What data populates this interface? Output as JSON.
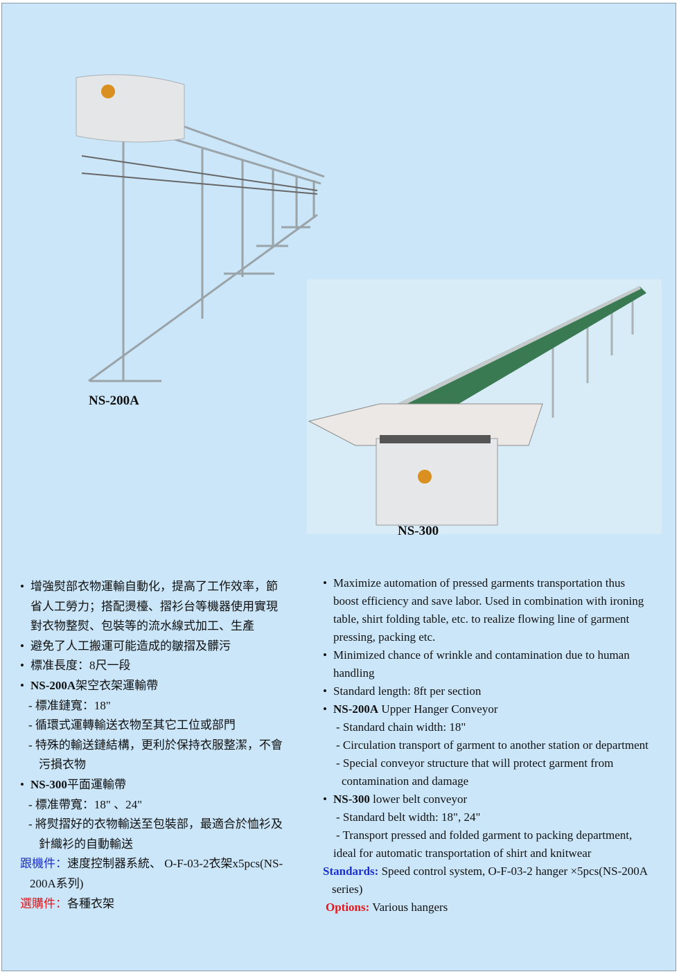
{
  "products": {
    "ns200a_caption": "NS-200A",
    "ns300_caption": "NS-300"
  },
  "zh": {
    "b1_l1": "增強熨部衣物運輸自動化，提高了工作效率，節",
    "b1_l2": "省人工勞力；搭配燙檯、摺衫台等機器使用實現",
    "b1_l3": "對衣物整熨、包裝等的流水線式加工、生產",
    "b2": "避免了人工搬運可能造成的皺摺及髒污",
    "b3": "標准長度：8尺一段",
    "b4_bold": "NS-200A",
    "b4_rest": "架空衣架運輸帶",
    "b4_s1": "- 標准鏈寬：18\"",
    "b4_s2": "- 循環式運轉輸送衣物至其它工位或部門",
    "b4_s3_l1": "- 特殊的輸送鏈結構，更利於保持衣服整潔，不會",
    "b4_s3_l2": "污損衣物",
    "b5_bold": "NS-300",
    "b5_rest": "平面運輸帶",
    "b5_s1": "- 標准帶寬：18\" 、24\"",
    "b5_s2_l1": "- 將熨摺好的衣物輸送至包裝部，最適合於恤衫及",
    "b5_s2_l2": "針織衫的自動輸送",
    "std_label": "跟機件：",
    "std_l1": "速度控制器系統、 O-F-03-2衣架x5pcs(NS-",
    "std_l2": "200A系列)",
    "opt_label": "選購件：",
    "opt_text": "各種衣架"
  },
  "en": {
    "b1_l1": "Maximize automation of pressed garments transportation thus",
    "b1_l2": "boost efficiency and save labor. Used in combination with ironing",
    "b1_l3": "table, shirt folding table, etc. to realize flowing line of garment",
    "b1_l4": "pressing, packing etc.",
    "b2_l1": "Minimized chance of wrinkle and contamination due to human",
    "b2_l2": "handling",
    "b3": "Standard length: 8ft per section",
    "b4_bold": "NS-200A",
    "b4_rest": " Upper Hanger Conveyor",
    "b4_s1": "- Standard chain width: 18\"",
    "b4_s2": "- Circulation transport of garment to another station or department",
    "b4_s3_l1": "- Special conveyor structure that will protect garment from",
    "b4_s3_l2": "contamination and damage",
    "b5_bold": "NS-300",
    "b5_rest": " lower belt conveyor",
    "b5_s1": "- Standard belt width: 18\", 24\"",
    "b5_s2_l1": "- Transport pressed and folded garment to packing department,",
    "b5_s2_l2": "ideal for automatic transportation of shirt and knitwear",
    "std_label": "Standards:",
    "std_l1": " Speed control system, O-F-03-2 hanger ×5pcs(NS-200A",
    "std_l2": "series)",
    "opt_label": "Options:",
    "opt_text": " Various hangers"
  },
  "colors": {
    "background": "#cbe6f8",
    "standards": "#1a2fd0",
    "options": "#e3161c"
  }
}
